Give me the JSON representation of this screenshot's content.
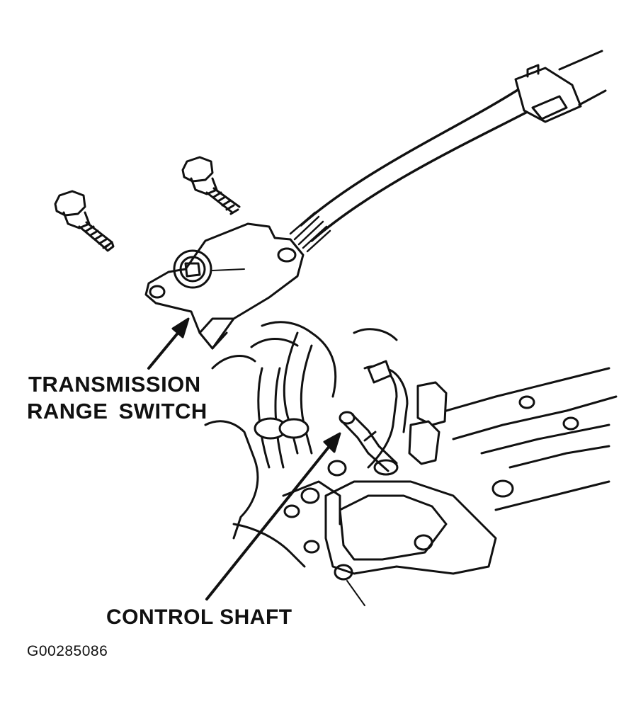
{
  "labels": {
    "transmission_range_switch_line1": "TRANSMISSION",
    "transmission_range_switch_line2": "RANGE  SWITCH",
    "control_shaft": "CONTROL SHAFT"
  },
  "figure_id": "G00285086",
  "icons": [
    "bolt-icon",
    "bolt-icon",
    "connector-icon",
    "arrow-icon"
  ],
  "colors": {
    "ink": "#111111",
    "paper": "#ffffff"
  }
}
